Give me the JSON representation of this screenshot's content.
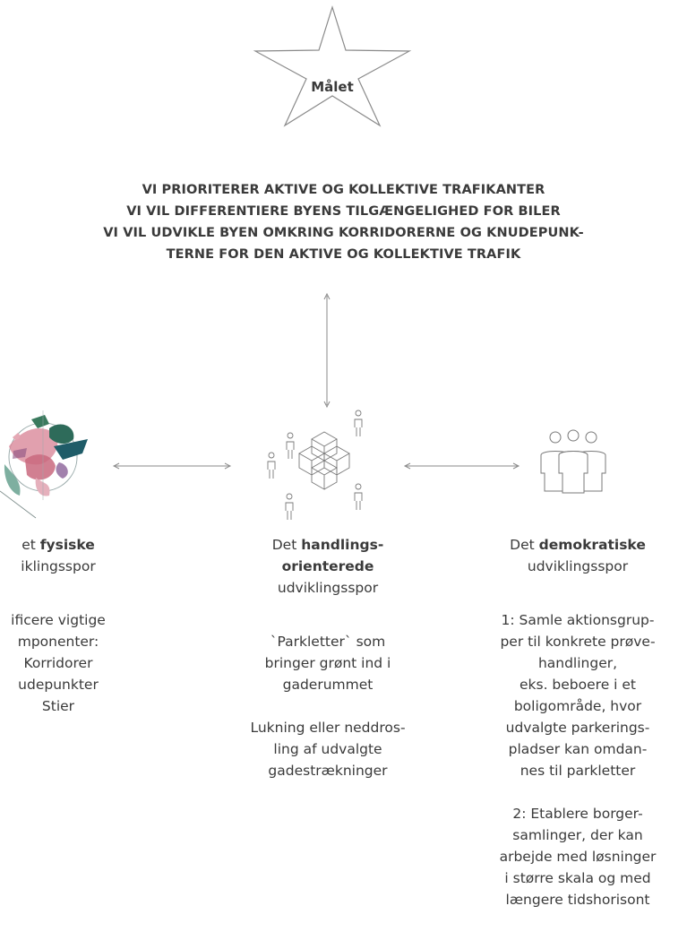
{
  "star": {
    "label": "Målet"
  },
  "goals": [
    "VI PRIORITERER AKTIVE OG KOLLEKTIVE TRAFIKANTER",
    "VI VIL DIFFERENTIERE BYENS TILGÆNGELIGHED FOR BILER",
    "VI VIL UDVIKLE BYEN OMKRING KORRIDORERNE OG KNUDEPUNK-",
    "TERNE FOR DEN AKTIVE OG KOLLEKTIVE TRAFIK"
  ],
  "left": {
    "title_pre": "et ",
    "title_bold": "fysiske",
    "title_post": "iklingsspor",
    "items": [
      "ificere vigtige",
      "mponenter:",
      "Korridorer",
      "udepunkter",
      "Stier"
    ]
  },
  "middle": {
    "title_pre": "Det ",
    "title_bold1": "handlings-",
    "title_bold2": "orienterede",
    "title_post": "udviklingsspor",
    "block1": [
      "`Parkletter` som",
      "bringer grønt ind i",
      "gaderummet"
    ],
    "block2": [
      "Lukning eller neddros-",
      "ling af udvalgte",
      "gadestrækninger"
    ]
  },
  "right": {
    "title_pre": "Det ",
    "title_bold": "demokratiske",
    "title_post": "udviklingsspor",
    "block1": [
      "1: Samle aktionsgrup-",
      "per til konkrete prøve-",
      "handlinger,",
      "eks. beboere i et",
      "boligområde, hvor",
      "udvalgte parkerings-",
      "pladser kan omdan-",
      "nes til parkletter"
    ],
    "block2": [
      "2: Etablere borger-",
      "samlinger, der kan",
      "arbejde med løsninger",
      "i større skala og med",
      "længere tidshorisont"
    ]
  },
  "colors": {
    "text": "#3a3a3a",
    "line": "#8a8a8a",
    "icon": "#7a7a7a"
  }
}
